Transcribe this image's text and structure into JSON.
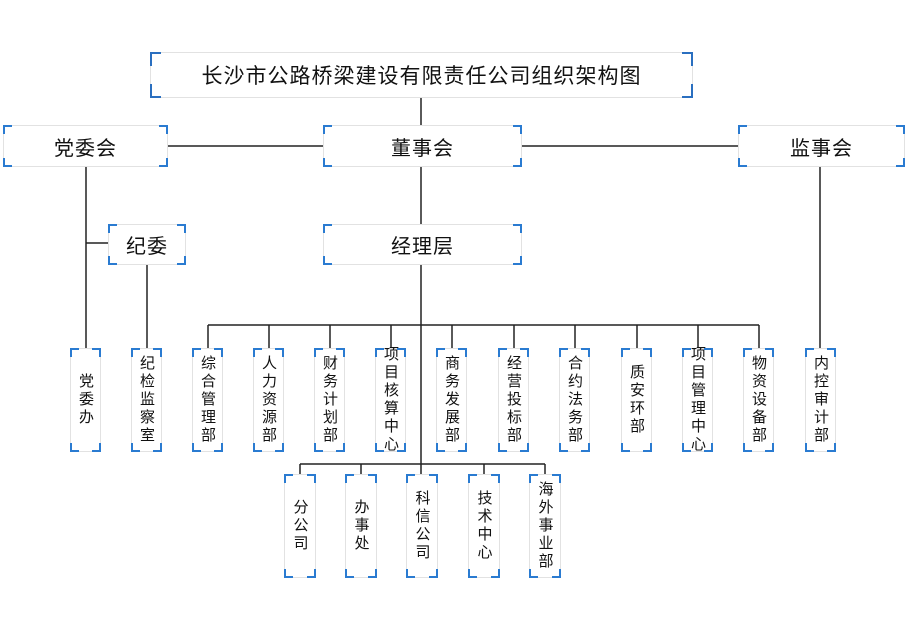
{
  "title": "长沙市公路桥梁建设有限责任公司组织架构图",
  "top": {
    "party": "党委会",
    "board": "董事会",
    "supervisory": "监事会"
  },
  "discipline": "纪委",
  "management": "经理层",
  "left_units": {
    "party_office": "党委办",
    "discipline_office": "纪检监察室"
  },
  "departments": [
    "综合管理部",
    "人力资源部",
    "财务计划部",
    "项目核算中心",
    "商务发展部",
    "经营投标部",
    "合约法务部",
    "质安环部",
    "项目管理中心",
    "物资设备部"
  ],
  "audit": "内控审计部",
  "subsidiaries": [
    "分公司",
    "办事处",
    "科信公司",
    "技术中心",
    "海外事业部"
  ],
  "colors": {
    "corner_accent": "#2a7bd1",
    "line": "#222222",
    "box_border": "#e2e2e2"
  }
}
